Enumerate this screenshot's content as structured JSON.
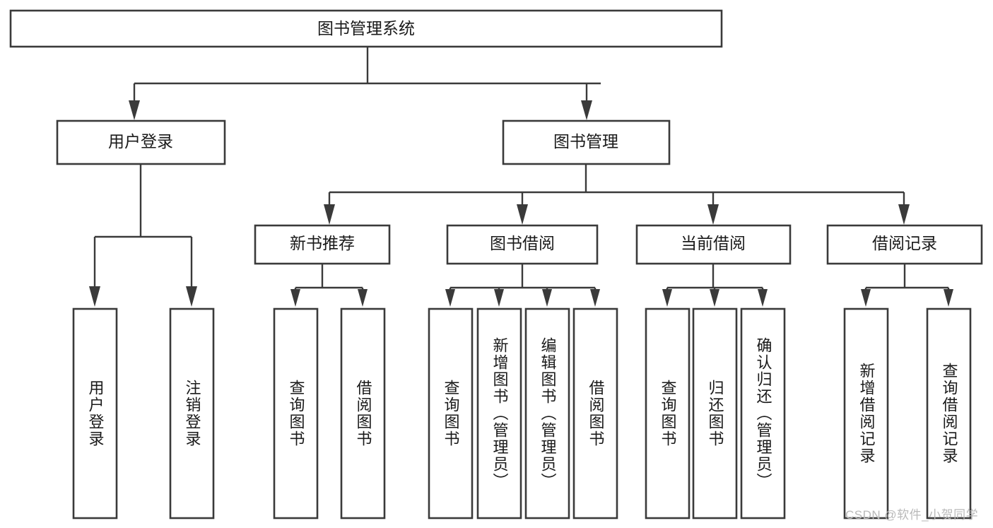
{
  "diagram": {
    "type": "tree-hierarchy",
    "title": "图书管理系统",
    "root": {
      "label": "图书管理系统",
      "id": "root"
    },
    "level2": [
      {
        "id": "user-login",
        "label": "用户登录"
      },
      {
        "id": "book-manage",
        "label": "图书管理"
      }
    ],
    "level3": [
      {
        "id": "new-book-rec",
        "label": "新书推荐",
        "parent": "book-manage"
      },
      {
        "id": "book-borrow",
        "label": "图书借阅",
        "parent": "book-manage"
      },
      {
        "id": "current-borrow",
        "label": "当前借阅",
        "parent": "book-manage"
      },
      {
        "id": "borrow-record",
        "label": "借阅记录",
        "parent": "book-manage"
      }
    ],
    "leaves": [
      {
        "id": "leaf-user-login",
        "label": "用户登录",
        "parent": "user-login"
      },
      {
        "id": "leaf-user-logout",
        "label": "注销登录",
        "parent": "user-login"
      },
      {
        "id": "leaf-query-book-1",
        "label": "查询图书",
        "parent": "new-book-rec"
      },
      {
        "id": "leaf-borrow-book-1",
        "label": "借阅图书",
        "parent": "new-book-rec"
      },
      {
        "id": "leaf-query-book-2",
        "label": "查询图书",
        "parent": "book-borrow"
      },
      {
        "id": "leaf-add-book",
        "label": "新增图书（管理员）",
        "parent": "book-borrow"
      },
      {
        "id": "leaf-edit-book",
        "label": "编辑图书（管理员）",
        "parent": "book-borrow"
      },
      {
        "id": "leaf-borrow-book-2",
        "label": "借阅图书",
        "parent": "book-borrow"
      },
      {
        "id": "leaf-query-book-3",
        "label": "查询图书",
        "parent": "current-borrow"
      },
      {
        "id": "leaf-return-book",
        "label": "归还图书",
        "parent": "current-borrow"
      },
      {
        "id": "leaf-confirm-return",
        "label": "确认归还（管理员）",
        "parent": "current-borrow"
      },
      {
        "id": "leaf-add-record",
        "label": "新增借阅记录",
        "parent": "borrow-record"
      },
      {
        "id": "leaf-query-record",
        "label": "查询借阅记录",
        "parent": "borrow-record"
      }
    ],
    "colors": {
      "stroke": "#3a3a3a",
      "fill": "#ffffff",
      "text": "#1a1a1a",
      "watermark": "#b9b9b9"
    }
  },
  "watermark": {
    "text": "CSDN @软件_小贺同学"
  }
}
